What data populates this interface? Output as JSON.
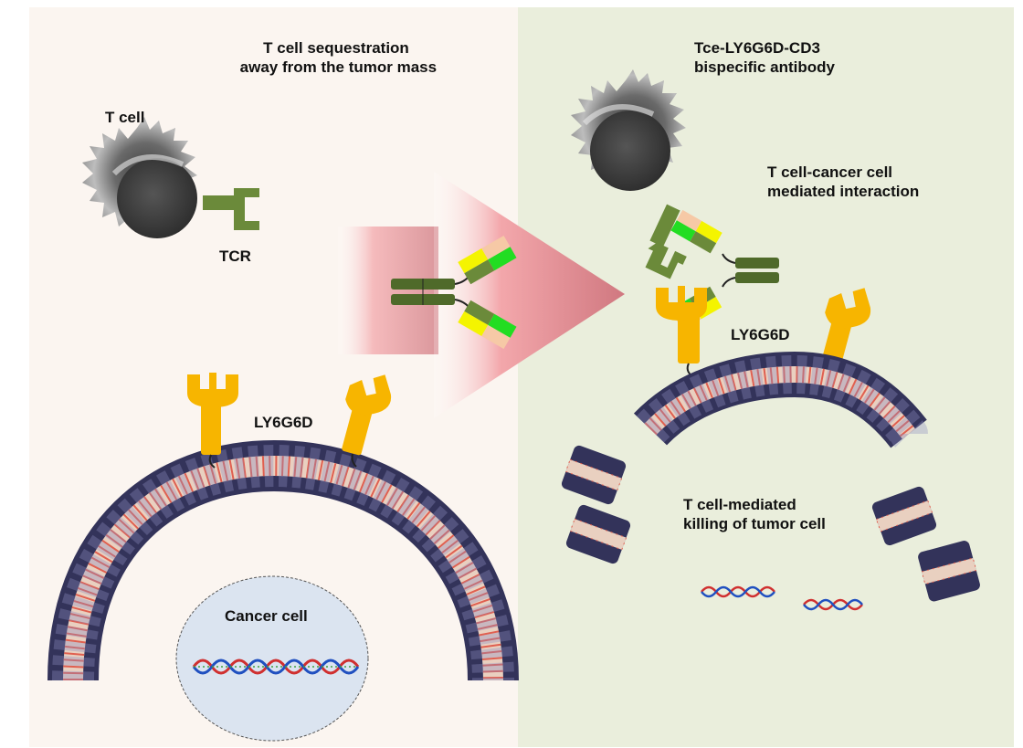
{
  "colors": {
    "left_panel_bg": "#fbf5f0",
    "right_panel_bg": "#eaeedc",
    "arrow_red": "#e8828a",
    "receptor_yellow": "#f7b500",
    "tcr_green": "#6b8a3a",
    "antibody_dark_green": "#4f6a2a",
    "antibody_bright_green": "#22dd22",
    "antibody_yellow": "#f4f400",
    "antibody_peach": "#f6c9a6",
    "membrane_head": "#4a4a7a",
    "membrane_tail": "#e06050",
    "nucleus_fill": "#dbe4f0"
  },
  "left_panel": {
    "heading": "T cell sequestration\n away from the tumor mass",
    "t_cell_label": "T cell",
    "tcr_label": "TCR",
    "receptor_label": "LY6G6D",
    "cancer_cell_label": "Cancer cell"
  },
  "right_panel": {
    "antibody_label": "Tce-LY6G6D-CD3\nbispecific antibody",
    "interaction_label": "T cell-cancer cell\nmediated interaction",
    "receptor_label": "LY6G6D",
    "killing_label": "T cell-mediated\nkilling of tumor cell"
  }
}
